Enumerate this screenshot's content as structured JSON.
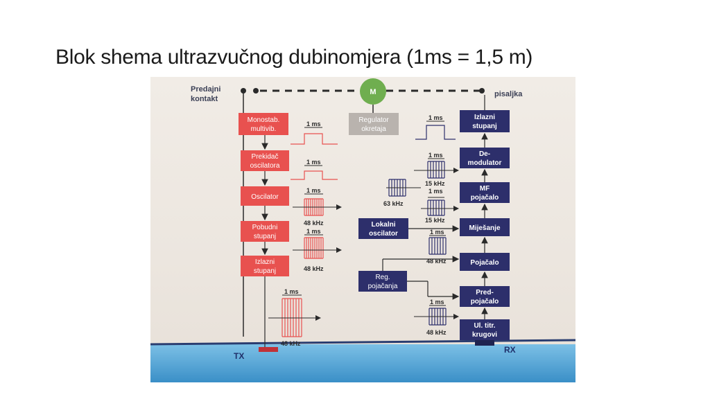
{
  "slide": {
    "title": "Blok shema ultrazvučnog dubinomjera (1ms = 1,5 m)"
  },
  "diagram": {
    "top": {
      "predajni_line1": "Predajni",
      "predajni_line2": "kontakt",
      "motor": "M",
      "pisaljka": "pisaljka"
    },
    "tx_blocks": [
      {
        "line1": "Monostab.",
        "line2": "multivib."
      },
      {
        "line1": "Prekidač",
        "line2": "oscilatora"
      },
      {
        "line1": "Oscilator",
        "line2": ""
      },
      {
        "line1": "Pobudni",
        "line2": "stupanj"
      },
      {
        "line1": "Izlazni",
        "line2": "stupanj"
      }
    ],
    "regulator": {
      "line1": "Regulator",
      "line2": "okretaja"
    },
    "rx_blocks": [
      {
        "line1": "Izlazni",
        "line2": "stupanj"
      },
      {
        "line1": "De-",
        "line2": "modulator"
      },
      {
        "line1": "MF",
        "line2": "pojačalo"
      },
      {
        "line1": "Miješanje",
        "line2": ""
      },
      {
        "line1": "Pojačalo",
        "line2": ""
      },
      {
        "line1": "Pred-",
        "line2": "pojačalo"
      },
      {
        "line1": "Ul. titr.",
        "line2": "krugovi"
      }
    ],
    "lokalni": {
      "line1": "Lokalni",
      "line2": "oscilator"
    },
    "reg_pojacanja": {
      "line1": "Reg.",
      "line2": "pojačanja"
    },
    "signal_labels": {
      "ms": "1 ms",
      "f48": "48 kHz",
      "f15": "15 kHz",
      "f63": "63 kHz"
    },
    "water": {
      "tx": "TX",
      "rx": "RX"
    },
    "colors": {
      "red_block": "#e8514f",
      "navy_block": "#2d2f6b",
      "gray_block": "#b9b3ae",
      "motor": "#6fae4f",
      "water": "#58a8d6"
    }
  }
}
